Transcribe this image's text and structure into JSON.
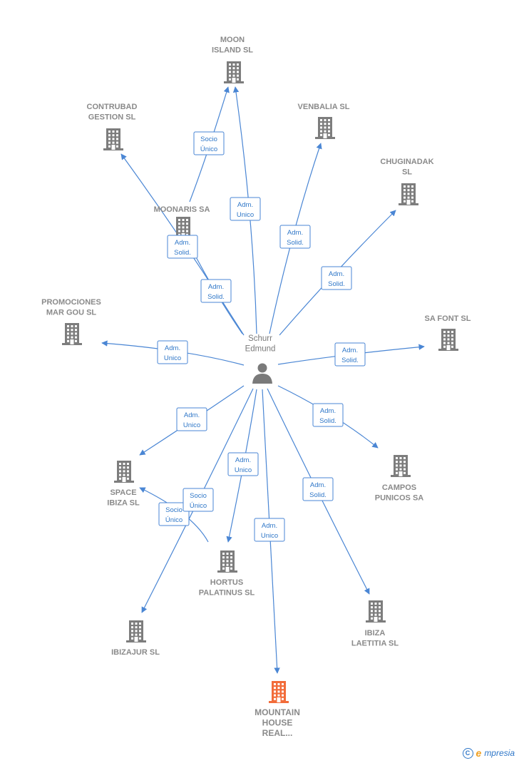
{
  "center": {
    "label": [
      "Schurr",
      "Edmund"
    ]
  },
  "colors": {
    "edge": "#4a86d4",
    "building": "#7d7d7d",
    "highlight": "#f26c3a",
    "person": "#7a7a7a"
  },
  "nodes": [
    {
      "id": "moon",
      "label": [
        "MOON",
        "ISLAND  SL"
      ]
    },
    {
      "id": "contrubad",
      "label": [
        "CONTRUBAD",
        "GESTION SL"
      ]
    },
    {
      "id": "venbalia",
      "label": [
        "VENBALIA SL"
      ]
    },
    {
      "id": "chuginadak",
      "label": [
        "CHUGINADAK",
        "SL"
      ]
    },
    {
      "id": "moonaris",
      "label": [
        "MOONARIS SA"
      ]
    },
    {
      "id": "promociones",
      "label": [
        "PROMOCIONES",
        "MAR GOU SL"
      ]
    },
    {
      "id": "safont",
      "label": [
        "SA FONT SL"
      ]
    },
    {
      "id": "campos",
      "label": [
        "CAMPOS",
        "PUNICOS SA"
      ]
    },
    {
      "id": "space",
      "label": [
        "SPACE",
        "IBIZA SL"
      ]
    },
    {
      "id": "hortus",
      "label": [
        "HORTUS",
        "PALATINUS  SL"
      ]
    },
    {
      "id": "ibizajur",
      "label": [
        "IBIZAJUR SL"
      ]
    },
    {
      "id": "laetitia",
      "label": [
        "IBIZA",
        "LAETITIA SL"
      ]
    },
    {
      "id": "mountain",
      "label": [
        "MOUNTAIN",
        "HOUSE",
        "REAL..."
      ],
      "highlight": true
    }
  ],
  "edges": [
    {
      "from": "moonaris",
      "to": "moon",
      "label": [
        "Socio",
        "Único"
      ]
    },
    {
      "from": "center",
      "to": "moon",
      "label": [
        "Adm.",
        "Unico"
      ]
    },
    {
      "from": "center",
      "to": "contrubad",
      "label": [
        "Adm.",
        "Solid."
      ]
    },
    {
      "from": "center",
      "to": "moonaris",
      "label": [
        "Adm.",
        "Solid."
      ]
    },
    {
      "from": "center",
      "to": "venbalia",
      "label": [
        "Adm.",
        "Solid."
      ]
    },
    {
      "from": "center",
      "to": "chuginadak",
      "label": [
        "Adm.",
        "Solid."
      ]
    },
    {
      "from": "center",
      "to": "promociones",
      "label": [
        "Adm.",
        "Unico"
      ]
    },
    {
      "from": "center",
      "to": "safont",
      "label": [
        "Adm.",
        "Solid."
      ]
    },
    {
      "from": "center",
      "to": "campos",
      "label": [
        "Adm.",
        "Solid."
      ]
    },
    {
      "from": "center",
      "to": "space",
      "label": [
        "Adm.",
        "Unico"
      ]
    },
    {
      "from": "hortus",
      "to": "space",
      "label": [
        "Socio",
        "Único"
      ]
    },
    {
      "from": "center",
      "to": "ibizajur",
      "label": [
        "Socio",
        "Único"
      ]
    },
    {
      "from": "center",
      "to": "hortus",
      "label": [
        "Adm.",
        "Unico"
      ]
    },
    {
      "from": "center",
      "to": "mountain",
      "label": [
        "Adm.",
        "Unico"
      ]
    },
    {
      "from": "center",
      "to": "laetitia",
      "label": [
        "Adm.",
        "Solid."
      ]
    }
  ],
  "brand": {
    "copyright": "C",
    "first_letter": "e",
    "rest": "mpresia"
  }
}
